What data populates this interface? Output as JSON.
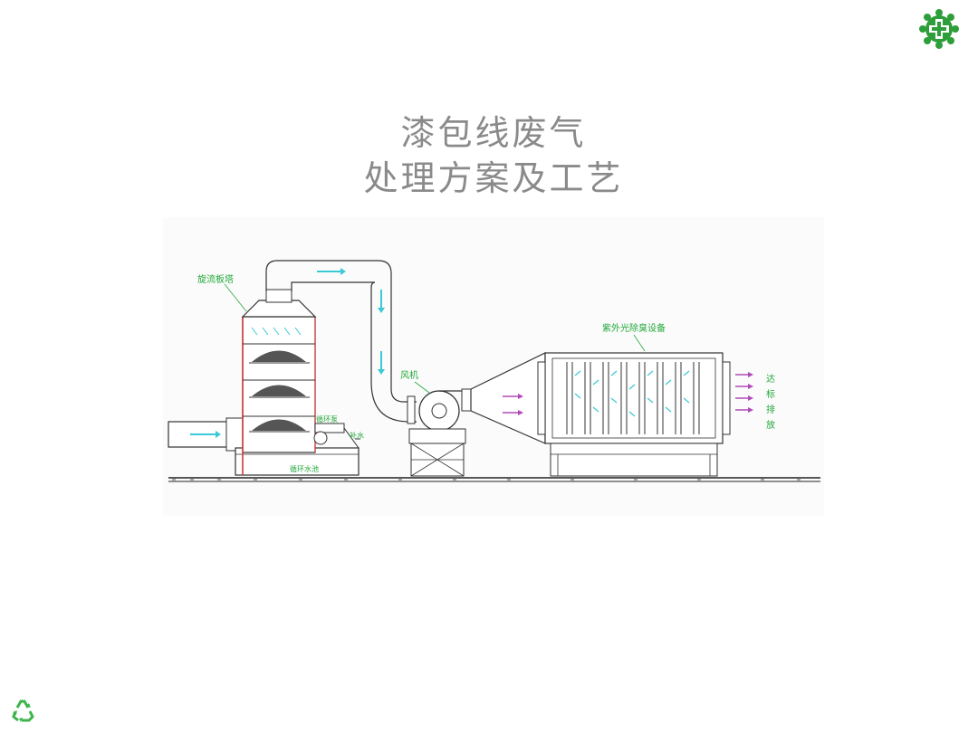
{
  "title": {
    "line1": "漆包线废气",
    "line2": "处理方案及工艺"
  },
  "diagram": {
    "labels": {
      "tower": "旋流板塔",
      "fan": "风机",
      "uv": "紫外光除臭设备",
      "pool": "循环水池",
      "pump_tag": "循环泵",
      "valve_tag": "补水",
      "outlet": [
        "达",
        "标",
        "排",
        "放"
      ]
    }
  },
  "colors": {
    "line": "#2a2a2a",
    "label": "#22a83a",
    "flow_arrow": "#39c9d8",
    "tower_red": "#d23a3a",
    "exhaust_arrow": "#b04ab8"
  }
}
